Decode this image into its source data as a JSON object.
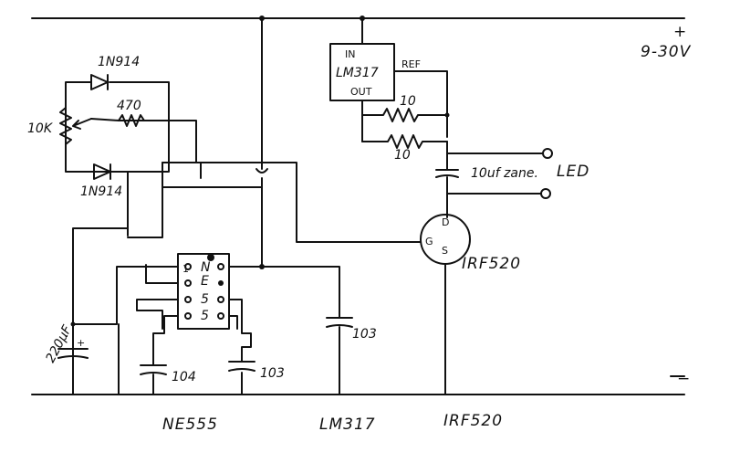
{
  "labels": {
    "supply_plus": "+",
    "supply_voltage": "9-30V",
    "supply_minus": "−",
    "reg_in": "IN",
    "reg_name": "LM317",
    "reg_out": "OUT",
    "reg_ref": "REF",
    "res_top": "10",
    "res_bottom": "10",
    "cap_zener": "10uf zane.",
    "led": "LED",
    "fet_d": "D",
    "fet_g": "G",
    "fet_s": "S",
    "fet_name": "IRF520",
    "diode_top": "1N914",
    "diode_bottom": "1N914",
    "pot": "10K",
    "res_470": "470",
    "cap_220": "220μF",
    "cap_220_plus": "+",
    "cap_104": "104",
    "cap_103_left": "103",
    "cap_103_right": "103",
    "ic_l1": "1",
    "ic_n": "N",
    "ic_e": "E",
    "ic_5a": "5",
    "ic_5b": "5",
    "footer_1": "NE555",
    "footer_2": "LM317",
    "footer_3": "IRF520"
  }
}
